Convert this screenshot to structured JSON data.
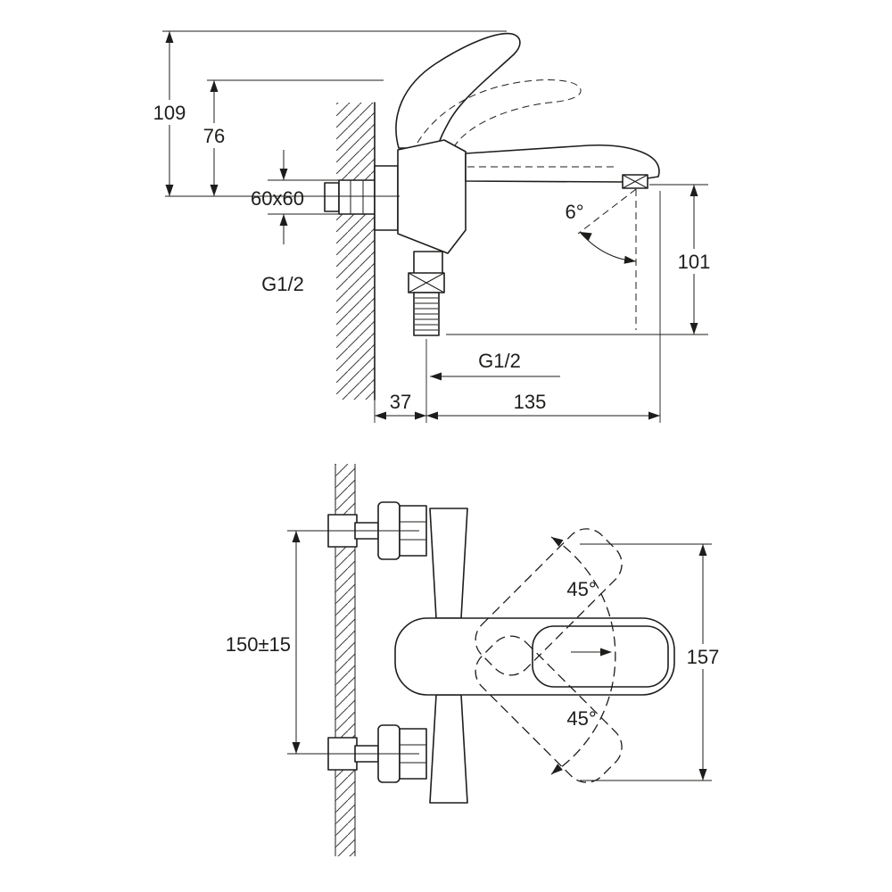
{
  "drawing": {
    "background": "#ffffff",
    "line_color": "#1d1d1b",
    "side_view": {
      "overall_height": "109",
      "handle_height": "76",
      "escutcheon_size": "60x60",
      "inlet_thread": "G1/2",
      "spout_angle": "6°",
      "spout_drop": "101",
      "outlet_thread": "G1/2",
      "wall_offset": "37",
      "spout_reach": "135"
    },
    "front_view": {
      "inlet_distance": "150±15",
      "handle_swing_upper": "45°",
      "handle_swing_lower": "45°",
      "body_span": "157"
    }
  }
}
